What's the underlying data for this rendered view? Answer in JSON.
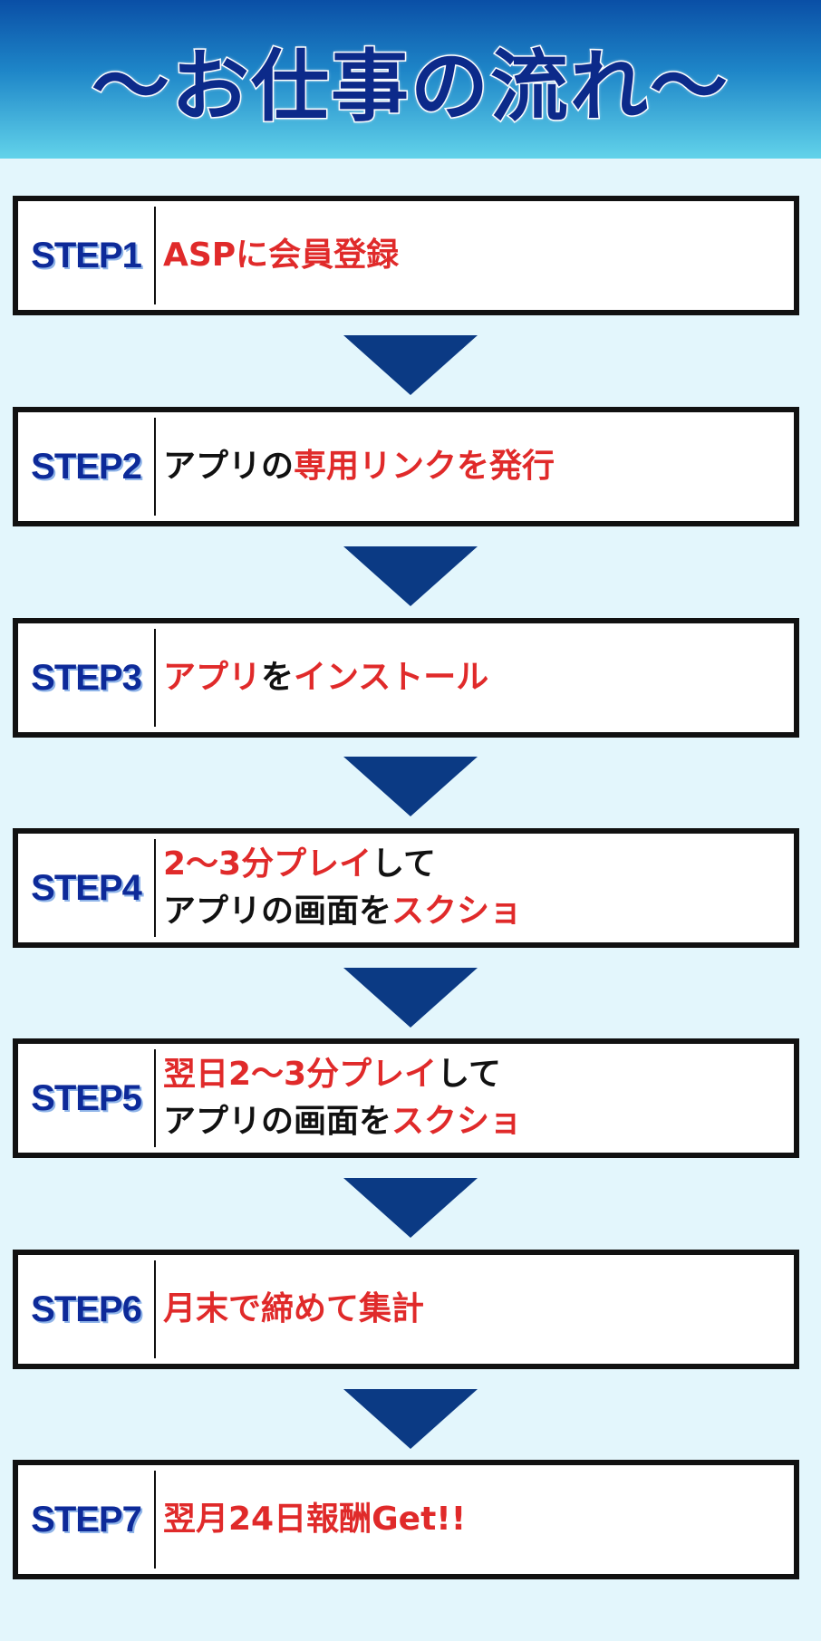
{
  "header": {
    "title": "〜お仕事の流れ〜"
  },
  "steps": [
    {
      "label": "STEP1",
      "lines": [
        [
          {
            "text": "ASPに会員登録",
            "color": "red"
          }
        ]
      ]
    },
    {
      "label": "STEP2",
      "lines": [
        [
          {
            "text": "アプリの",
            "color": "dark"
          },
          {
            "text": "専用リンクを発行",
            "color": "red"
          }
        ]
      ]
    },
    {
      "label": "STEP3",
      "lines": [
        [
          {
            "text": "アプリ",
            "color": "red"
          },
          {
            "text": "を",
            "color": "dark"
          },
          {
            "text": "インストール",
            "color": "red"
          }
        ]
      ]
    },
    {
      "label": "STEP4",
      "lines": [
        [
          {
            "text": "2〜3分プレイ",
            "color": "red"
          },
          {
            "text": "して",
            "color": "dark"
          }
        ],
        [
          {
            "text": "アプリの画面を",
            "color": "dark"
          },
          {
            "text": "スクショ",
            "color": "red"
          }
        ]
      ]
    },
    {
      "label": "STEP5",
      "lines": [
        [
          {
            "text": "翌日2〜3分プレイ",
            "color": "red"
          },
          {
            "text": "して",
            "color": "dark"
          }
        ],
        [
          {
            "text": "アプリの画面を",
            "color": "dark"
          },
          {
            "text": "スクショ",
            "color": "red"
          }
        ]
      ]
    },
    {
      "label": "STEP6",
      "lines": [
        [
          {
            "text": "月末で締めて集計",
            "color": "red"
          }
        ]
      ]
    },
    {
      "label": "STEP7",
      "lines": [
        [
          {
            "text": "翌月24日報酬Get!!",
            "color": "red"
          }
        ]
      ]
    }
  ],
  "colors": {
    "background": "#e3f6fc",
    "step_label": "#0d2a99",
    "highlight_red": "#e02a2a",
    "text_dark": "#111111",
    "arrow": "#0b3a84"
  },
  "icons": {
    "arrow": "down-triangle-arrow"
  }
}
